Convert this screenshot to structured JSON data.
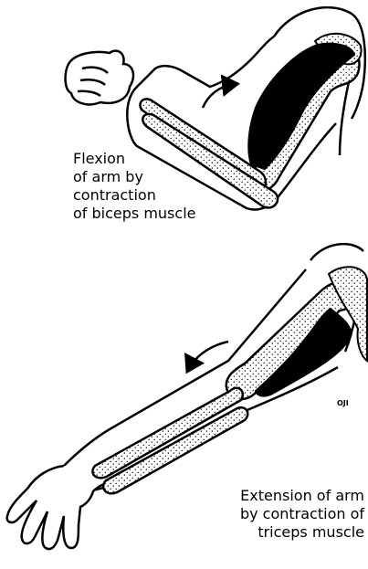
{
  "flexion": {
    "caption_lines": [
      "Flexion",
      "of arm by",
      "contraction",
      "of biceps muscle"
    ]
  },
  "extension": {
    "caption_lines": [
      "Extension of arm",
      "by contraction of",
      "triceps muscle"
    ]
  },
  "artist_initials": "OJI",
  "colors": {
    "ink": "#000000",
    "bone_fill": "#ffffff"
  }
}
